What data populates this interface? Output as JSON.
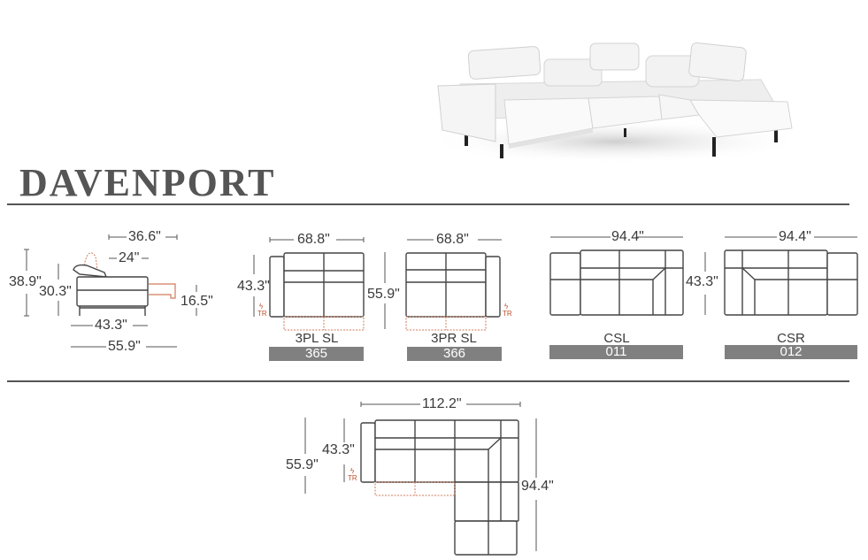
{
  "product": {
    "name": "DAVENPORT",
    "photo_alt": "white leather sectional sofa with adjustable headrests"
  },
  "side_view": {
    "overall_height": "38.9\"",
    "seat_back_height": "30.3\"",
    "headrest_depth": "36.6\"",
    "headrest_offset": "24\"",
    "seat_depth": "43.3\"",
    "extended_depth": "55.9\"",
    "seat_height": "16.5\""
  },
  "modules": [
    {
      "model": "3PL SL",
      "code": "365",
      "width": "68.8\"",
      "depth": "43.3\"",
      "power_label": "TR"
    },
    {
      "model": "3PR SL",
      "code": "366",
      "width": "68.8\"",
      "depth": "55.9\"",
      "power_label": "TR"
    },
    {
      "model": "CSL",
      "code": "011",
      "width": "94.4\"",
      "depth": "43.3\""
    },
    {
      "model": "CSR",
      "code": "012",
      "width": "94.4\"",
      "depth": "43.3\""
    }
  ],
  "full_sectional": {
    "width": "112.2\"",
    "depth": "94.4\"",
    "seat_depth": "43.3\"",
    "extended_depth": "55.9\"",
    "power_label": "TR"
  },
  "colors": {
    "text": "#3a3a3a",
    "title": "#555555",
    "code_bar": "#808080",
    "recline_accent": "#c0502a"
  }
}
